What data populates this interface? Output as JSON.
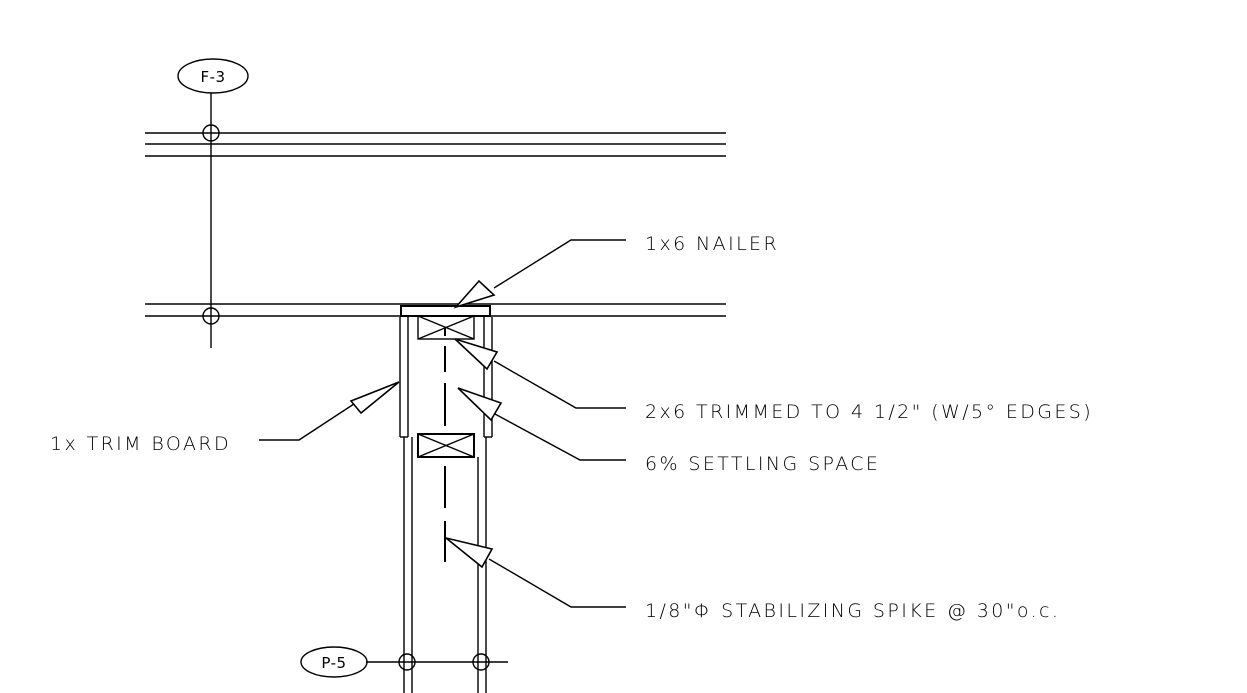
{
  "grid_tags": {
    "top": "F-3",
    "bottom": "P-5"
  },
  "callouts": {
    "nailer": "1x6 NAILER",
    "trimmed": "2x6 TRIMMED TO 4 1/2\" (W/5° EDGES)",
    "settling": "6% SETTLING SPACE",
    "trim_board": "1x TRIM BOARD",
    "spike": "1/8\"Φ STABILIZING SPIKE @ 30\"o.c."
  }
}
